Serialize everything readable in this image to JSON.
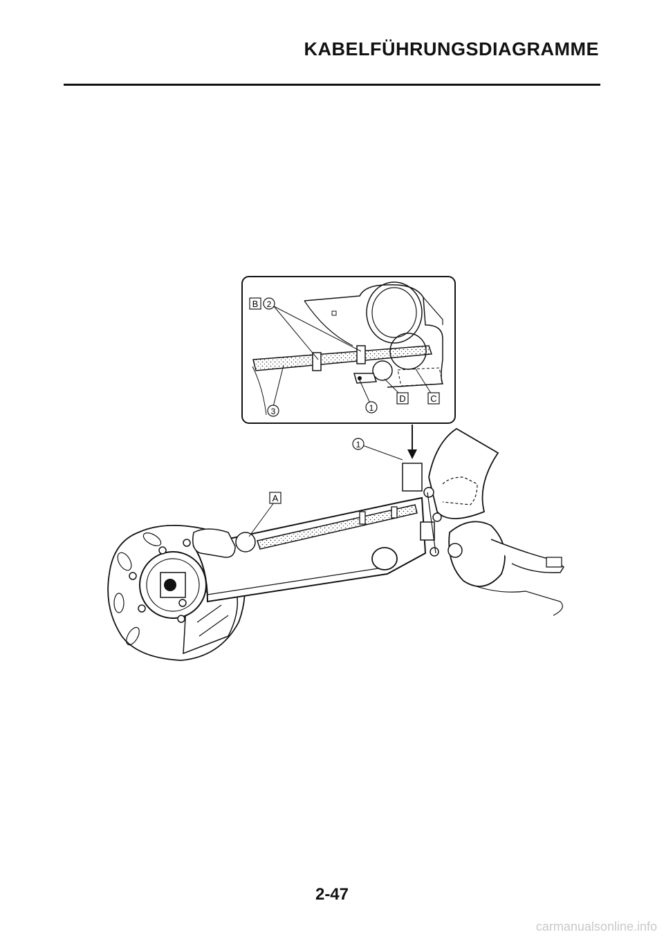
{
  "header": {
    "title": "KABELFÜHRUNGSDIAGRAMME"
  },
  "diagram": {
    "labels": {
      "inset_B": "B",
      "inset_2": "2",
      "inset_3": "3",
      "inset_1": "1",
      "inset_D": "D",
      "inset_C": "C",
      "main_1": "1",
      "main_A": "A"
    }
  },
  "footer": {
    "page_number": "2-47",
    "watermark": "carmanualsonline.info"
  }
}
